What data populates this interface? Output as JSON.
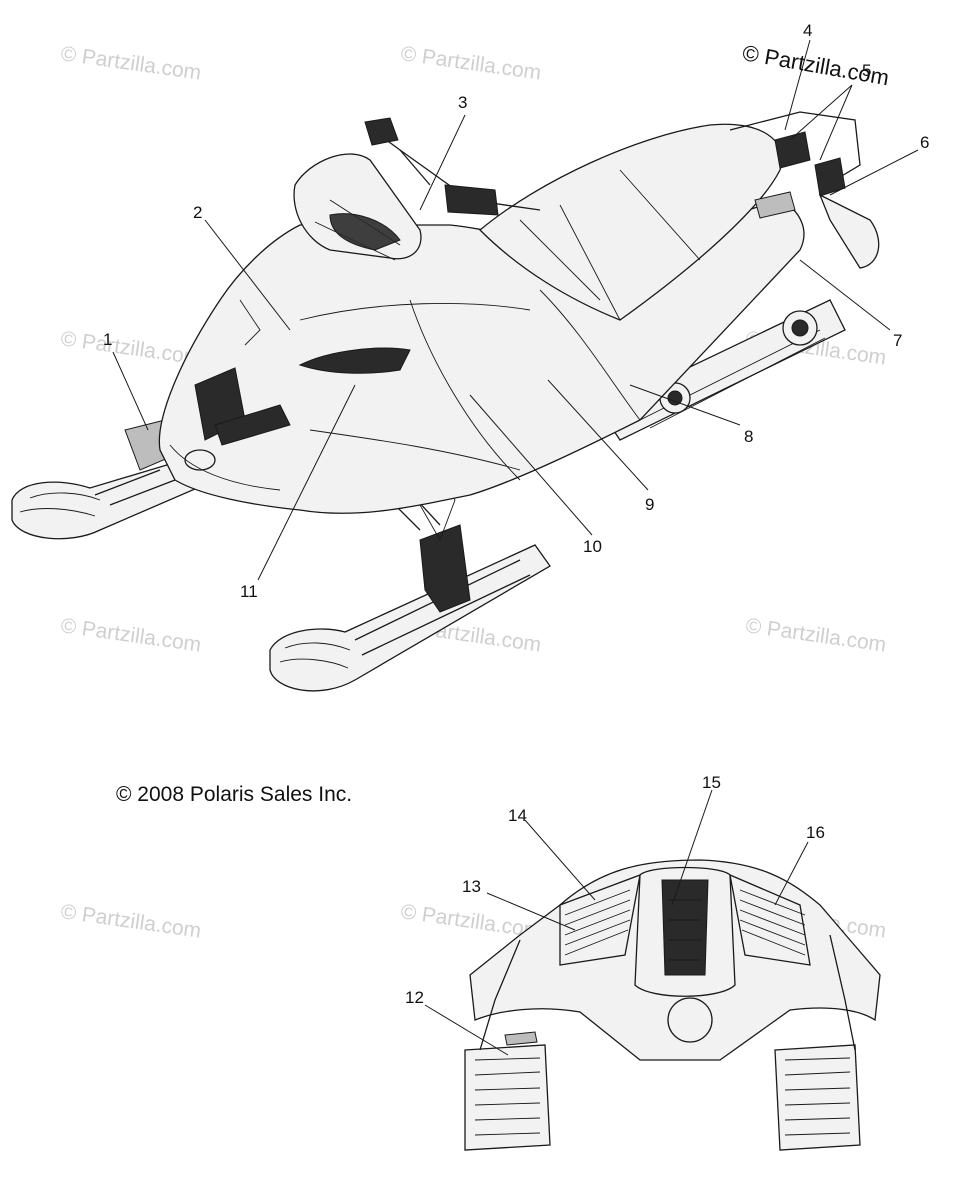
{
  "brand_watermark": "© Partzilla.com",
  "watermark_text": "© Partzilla.com",
  "copyright": "© 2008 Polaris Sales Inc.",
  "callouts": [
    "1",
    "2",
    "3",
    "4",
    "5",
    "6",
    "7",
    "8",
    "9",
    "10",
    "11",
    "12",
    "13",
    "14",
    "15",
    "16"
  ],
  "colors": {
    "line": "#1a1a1a",
    "watermark": "#cfcfcf",
    "background": "#ffffff"
  }
}
